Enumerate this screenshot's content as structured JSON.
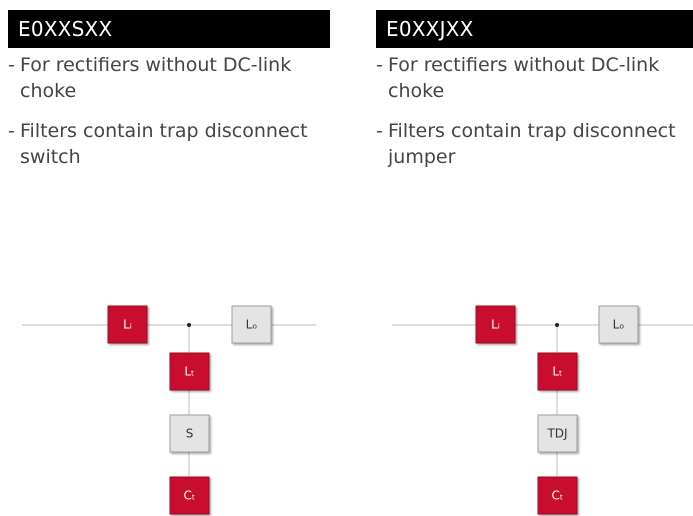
{
  "panels": [
    {
      "title": "E0XXSXX",
      "bullets": [
        "For rectifiers without DC-link choke",
        "Filters contain trap disconnect switch"
      ],
      "components": {
        "line_inductor": "Lᵢ",
        "output_inductor": "Lₒ",
        "trap_inductor": "Lₜ",
        "disconnect": "S",
        "trap_capacitor": "Cₜ"
      }
    },
    {
      "title": "E0XXJXX",
      "bullets": [
        "For rectifiers without DC-link choke",
        "Filters contain trap disconnect jumper"
      ],
      "components": {
        "line_inductor": "Lᵢ",
        "output_inductor": "Lₒ",
        "trap_inductor": "Lₜ",
        "disconnect": "TDJ",
        "trap_capacitor": "Cₜ"
      }
    }
  ],
  "colors": {
    "red_component": "#c8102e",
    "grey_component": "#e4e4e4",
    "wire": "#bdbdbd",
    "header_bg": "#000000"
  }
}
